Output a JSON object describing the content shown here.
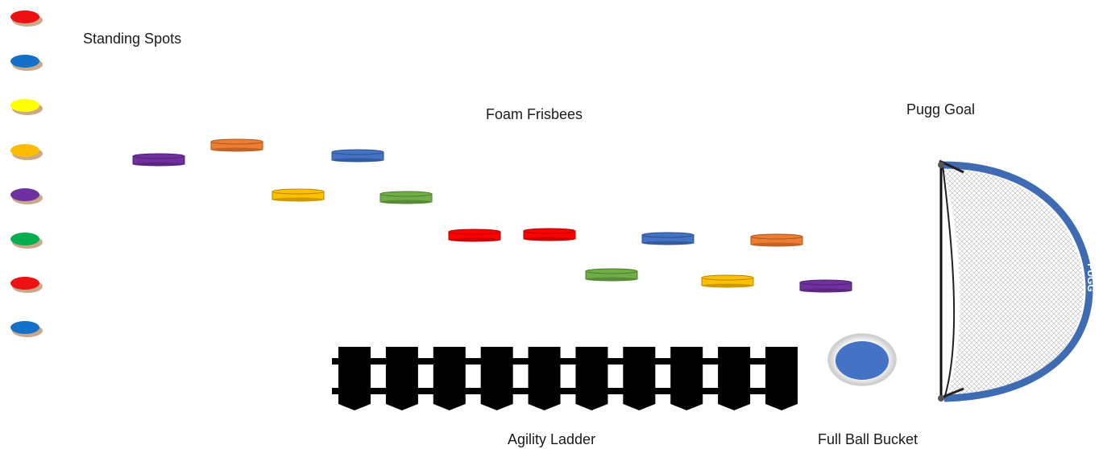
{
  "labels": {
    "standing_spots": "Standing Spots",
    "foam_frisbees": "Foam Frisbees",
    "pugg_goal": "Pugg Goal",
    "agility_ladder": "Agility Ladder",
    "full_ball_bucket": "Full Ball Bucket",
    "goal_brand": "PUGG"
  },
  "standing_spots": [
    {
      "color": "#ee1111"
    },
    {
      "color": "#1470c8"
    },
    {
      "color": "#ffff00"
    },
    {
      "color": "#ffbb00"
    },
    {
      "color": "#7030a0"
    },
    {
      "color": "#00b050"
    },
    {
      "color": "#ee1111"
    },
    {
      "color": "#1470c8"
    }
  ],
  "frisbees": [
    {
      "color": "#7030a0"
    },
    {
      "color": "#ed7d31"
    },
    {
      "color": "#4472c4"
    },
    {
      "color": "#ffc000"
    },
    {
      "color": "#70ad47"
    },
    {
      "color": "#ff0000"
    },
    {
      "color": "#ff0000"
    },
    {
      "color": "#4472c4"
    },
    {
      "color": "#ed7d31"
    },
    {
      "color": "#70ad47"
    },
    {
      "color": "#ffc000"
    },
    {
      "color": "#7030a0"
    }
  ],
  "agility_ladder": {
    "rungs": 10,
    "color": "#000000"
  },
  "ball_bucket": {
    "color": "#4472c4"
  },
  "goal": {
    "frame_color": "#3f6bb3"
  }
}
